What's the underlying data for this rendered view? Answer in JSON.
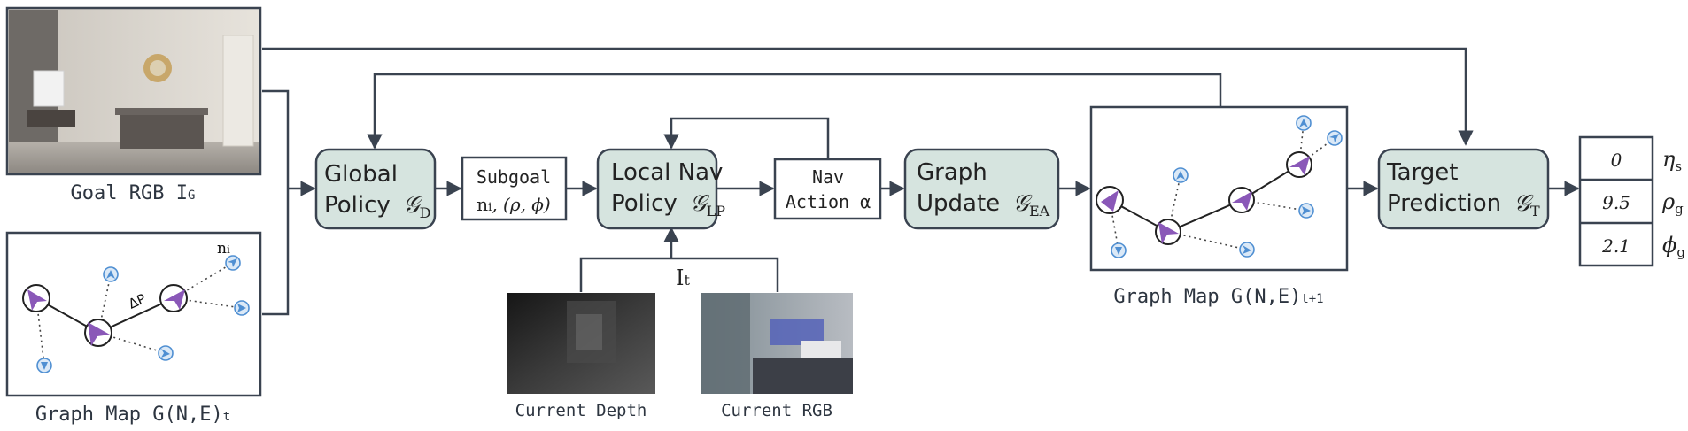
{
  "colors": {
    "line": "#3a4350",
    "box_fill": "#d6e4df",
    "box_stroke": "#3a4350",
    "agent": "#8a58b8",
    "frontier": "#4f8fd2",
    "frontier_fill": "#dbe9f7"
  },
  "goal_image": {
    "caption": "Goal RGB I",
    "caption_sub": "G"
  },
  "graph_map_t": {
    "caption": "Graph Map G(N,E)",
    "caption_sub": "t",
    "delta_label": "ΔP",
    "node_label": "n",
    "node_label_sub": "i"
  },
  "global_policy": {
    "line1": "Global",
    "line2": "Policy",
    "symbol": "𝒢",
    "symbol_sub": "D"
  },
  "subgoal": {
    "line1": "Subgoal",
    "line2_prefix": "n",
    "line2_sub": "i",
    "line2_suffix": ", (𝜌, 𝜙)"
  },
  "local_nav": {
    "line1": "Local Nav",
    "line2": "Policy",
    "symbol": "𝒢",
    "symbol_sub": "LP"
  },
  "nav_action": {
    "line1": "Nav",
    "line2": "Action α"
  },
  "observation": {
    "label": "I",
    "label_sub": "t"
  },
  "depth_image": {
    "caption": "Current Depth"
  },
  "rgb_image": {
    "caption": "Current RGB"
  },
  "graph_update": {
    "line1": "Graph",
    "line2": "Update",
    "symbol": "𝒢",
    "symbol_sub": "EA"
  },
  "graph_map_t1": {
    "caption": "Graph Map G(N,E)",
    "caption_sub": "t+1"
  },
  "target_prediction": {
    "line1": "Target",
    "line2": "Prediction",
    "symbol": "𝒢",
    "symbol_sub": "T"
  },
  "outputs": [
    {
      "value": "0",
      "symbol": "η",
      "sub": "s"
    },
    {
      "value": "9.5",
      "symbol": "ρ",
      "sub": "g"
    },
    {
      "value": "2.1",
      "symbol": "ϕ",
      "sub": "g"
    }
  ]
}
